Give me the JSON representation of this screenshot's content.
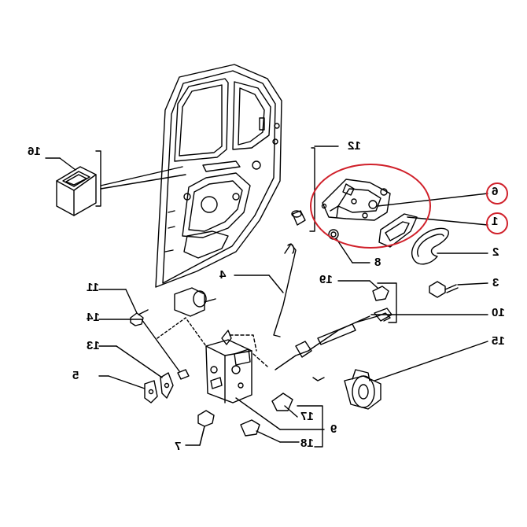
{
  "callouts": {
    "c1": "1",
    "c2": "2",
    "c3": "3",
    "c4": "4",
    "c5": "5",
    "c6": "6",
    "c7": "7",
    "c8": "8",
    "c9": "9",
    "c10": "10",
    "c11": "11",
    "c12": "12",
    "c13": "13",
    "c14": "14",
    "c15": "15",
    "c16": "16",
    "c17": "17",
    "c18": "18",
    "c19": "19"
  },
  "colors": {
    "line": "#000000",
    "highlight": "#d0202a",
    "background": "#ffffff"
  }
}
